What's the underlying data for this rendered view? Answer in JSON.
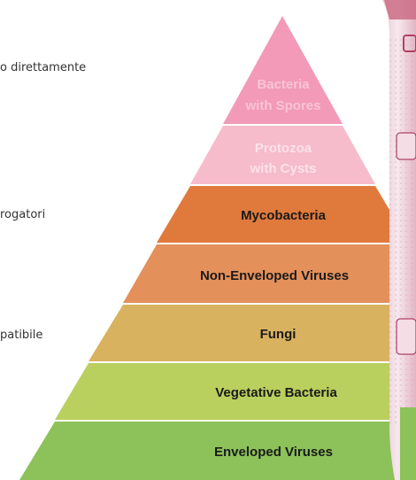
{
  "side_text": {
    "line1": "o direttamente",
    "line2": "rogatori",
    "line3": "patibile"
  },
  "pyramid": {
    "levels": [
      {
        "label_line1": "Bacteria",
        "label_line2": "with Spores",
        "fill": "#f29ab8",
        "text_color": "#f8c4d6"
      },
      {
        "label_line1": "Protozoa",
        "label_line2": "with Cysts",
        "fill": "#f6bccb",
        "text_color": "#fbe2e9"
      },
      {
        "label_line1": "Mycobacteria",
        "label_line2": "",
        "fill": "#e07a3c",
        "text_color": "#1a1a1a"
      },
      {
        "label_line1": "Non-Enveloped Viruses",
        "label_line2": "",
        "fill": "#e4905a",
        "text_color": "#1a1a1a"
      },
      {
        "label_line1": "Fungi",
        "label_line2": "",
        "fill": "#d9b25f",
        "text_color": "#1a1a1a"
      },
      {
        "label_line1": "Vegetative Bacteria",
        "label_line2": "",
        "fill": "#b9cf5e",
        "text_color": "#1a1a1a"
      },
      {
        "label_line1": "Enveloped Viruses",
        "label_line2": "",
        "fill": "#8cc259",
        "text_color": "#1a1a1a"
      }
    ]
  }
}
